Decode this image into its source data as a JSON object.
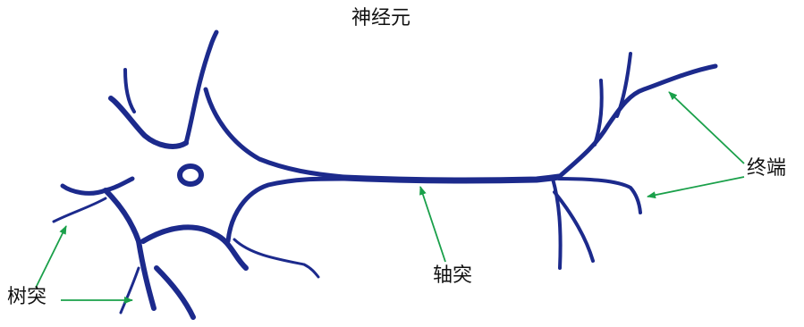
{
  "diagram": {
    "title": "神经元",
    "labels": {
      "dendrite": "树突",
      "axon": "轴突",
      "axon_terminal": "终端"
    },
    "colors": {
      "neuron_stroke": "#1c2a8c",
      "arrow": "#1aa04a",
      "text": "#111111",
      "background": "#ffffff"
    }
  }
}
